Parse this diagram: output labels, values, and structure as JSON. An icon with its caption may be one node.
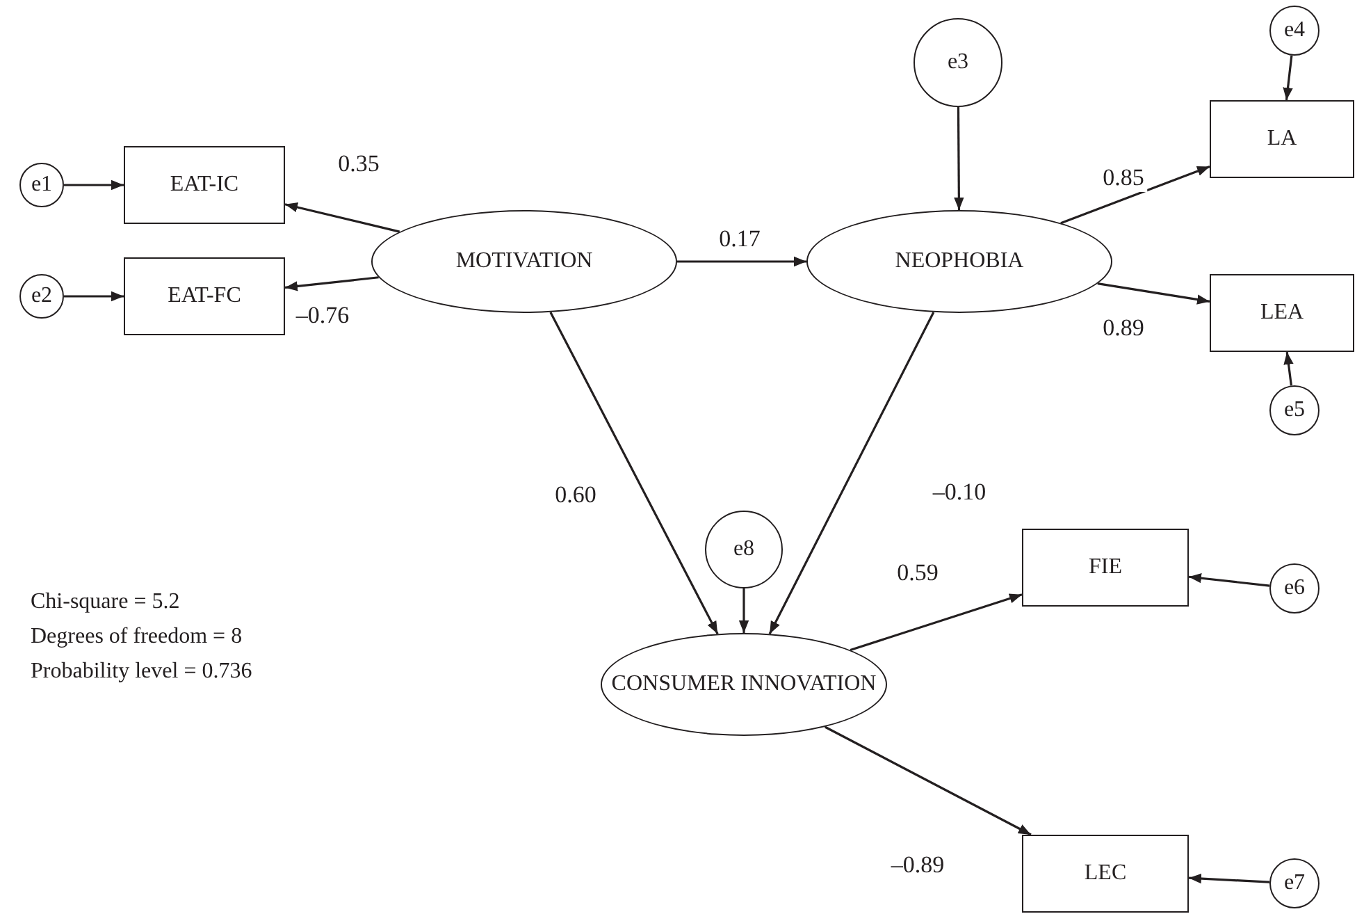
{
  "diagram": {
    "nodes": [
      {
        "text": [
          "e1"
        ]
      },
      {
        "text": [
          "EAT-IC"
        ]
      },
      {
        "text": [
          "e2"
        ]
      },
      {
        "text": [
          "EAT-FC"
        ]
      },
      {
        "text": [
          "MOTIVATION"
        ]
      },
      {
        "text": [
          "e3"
        ]
      },
      {
        "text": [
          "NEOPHOBIA"
        ]
      },
      {
        "text": [
          "e4"
        ]
      },
      {
        "text": [
          "LA"
        ]
      },
      {
        "text": [
          "LEA"
        ]
      },
      {
        "text": [
          "e5"
        ]
      },
      {
        "text": [
          "e8"
        ]
      },
      {
        "text": [
          "CONSUMER INNOVATION"
        ]
      },
      {
        "text": [
          "FIE"
        ]
      },
      {
        "text": [
          "e6"
        ]
      },
      {
        "text": [
          "LEC"
        ]
      },
      {
        "text": [
          "e7"
        ]
      }
    ],
    "edges": [
      {
        "from": 0,
        "to": 1,
        "arrow": "to"
      },
      {
        "from": 4,
        "to": 1,
        "arrow": "to",
        "label": "0.35"
      },
      {
        "from": 2,
        "to": 3,
        "arrow": "to"
      },
      {
        "from": 4,
        "to": 3,
        "arrow": "to",
        "label": "–0.76"
      },
      {
        "from": 4,
        "to": 6,
        "arrow": "to",
        "label": "0.17"
      },
      {
        "from": 5,
        "to": 6,
        "arrow": "to"
      },
      {
        "from": 7,
        "to": 8,
        "arrow": "to"
      },
      {
        "from": 6,
        "to": 8,
        "arrow": "to",
        "label": "0.85"
      },
      {
        "from": 6,
        "to": 9,
        "arrow": "to",
        "label": "0.89"
      },
      {
        "from": 10,
        "to": 9,
        "arrow": "to"
      },
      {
        "from": 4,
        "to": 12,
        "arrow": "to",
        "label": "0.60"
      },
      {
        "from": 6,
        "to": 12,
        "arrow": "to",
        "label": "–0.10"
      },
      {
        "from": 11,
        "to": 12,
        "arrow": "to"
      },
      {
        "from": 12,
        "to": 13,
        "arrow": "to",
        "label": "0.59"
      },
      {
        "from": 14,
        "to": 13,
        "arrow": "to"
      },
      {
        "from": 12,
        "to": 15,
        "arrow": "to",
        "label": "–0.89"
      },
      {
        "from": 16,
        "to": 15,
        "arrow": "to"
      }
    ],
    "labels": [
      "Chi-square = 5.2",
      "Degrees of freedom = 8",
      "Probability level = 0.736"
    ]
  }
}
